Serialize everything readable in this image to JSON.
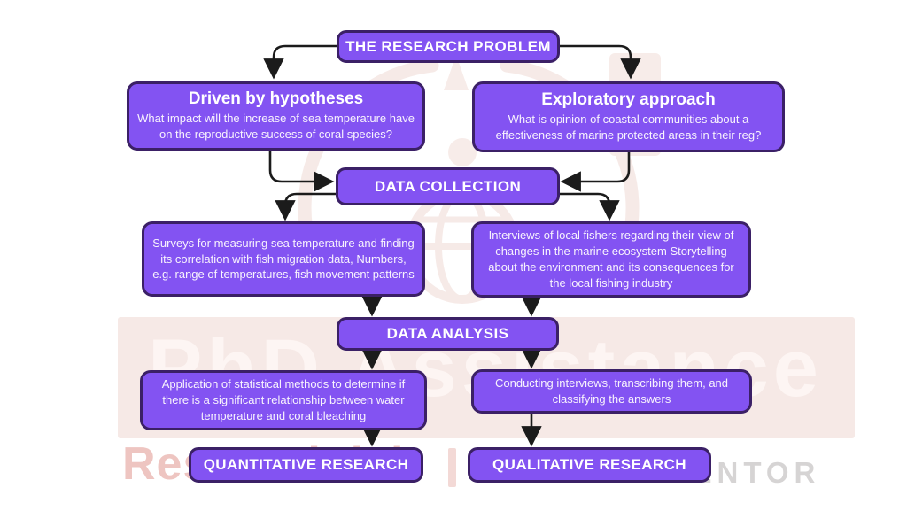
{
  "palette": {
    "node_fill": "#8353f2",
    "node_border": "#3b2066",
    "node_text": "#ffffff",
    "arrow": "#1b1b1b",
    "watermark_band": "#f6e9e6",
    "watermark_big_text": "#fdf5f3",
    "watermark_sub_brand": "#eec5c1",
    "watermark_partner_grey": "#d6d4d4"
  },
  "flow": {
    "root_label": "THE RESEARCH PROBLEM",
    "branches": [
      {
        "title": "Driven by hypotheses",
        "question": "What impact will the increase of sea temperature have on the reproductive success of coral species?"
      },
      {
        "title": "Exploratory approach",
        "question": "What is opinion of coastal communities about a effectiveness of marine protected areas in their reg?"
      }
    ],
    "collection": {
      "label": "DATA COLLECTION",
      "left": "Surveys for measuring sea temperature and finding its correlation with fish migration data, Numbers, e.g. range of temperatures, fish movement patterns",
      "right": "Interviews of local fishers regarding their view of changes in the marine ecosystem Storytelling about the environment and its consequences for the local fishing industry"
    },
    "analysis": {
      "label": "DATA ANALYSIS",
      "left": "Application of statistical methods to determine if there is a significant relationship between water temperature and coral bleaching",
      "right": "Conducting interviews, transcribing them, and classifying the answers"
    },
    "outcomes": {
      "left": "QUANTITATIVE RESEARCH",
      "right": "QUALITATIVE RESEARCH"
    }
  },
  "watermark": {
    "brand_name": "PhD Assistance",
    "sub_brand": "Research lab",
    "partner": "MENTOR"
  }
}
